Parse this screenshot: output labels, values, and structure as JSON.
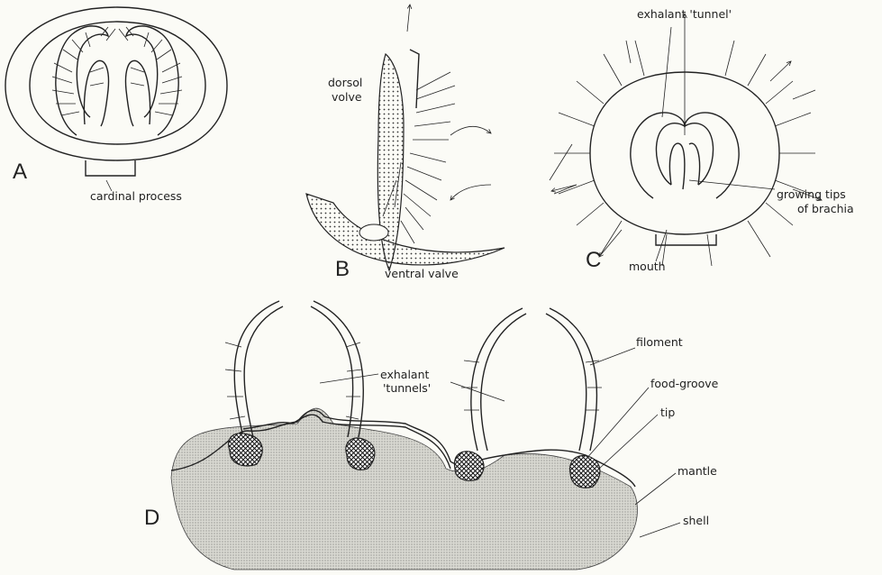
{
  "figure": {
    "panels": {
      "a": {
        "letter": "A",
        "labels": {
          "cardinal_process": "cardinal process"
        }
      },
      "b": {
        "letter": "B",
        "labels": {
          "dorsal_valve_1": "dorsol",
          "dorsal_valve_2": "volve",
          "ventral_valve": "ventral valve"
        }
      },
      "c": {
        "letter": "C",
        "labels": {
          "exhalant_tunnel": "exhalant 'tunnel'",
          "growing_tips_1": "growing tips",
          "growing_tips_2": "of brachia",
          "mouth": "mouth"
        }
      },
      "d": {
        "letter": "D",
        "labels": {
          "exhalant_tunnels_1": "exhalant",
          "exhalant_tunnels_2": "'tunnels'",
          "filament": "filoment",
          "food_groove": "food-groove",
          "tip": "tip",
          "mantle": "mantle",
          "shell": "shell"
        }
      }
    },
    "colors": {
      "ink": "#222222",
      "paper": "#fbfbf6",
      "stipple": "#9a9a9a"
    }
  }
}
